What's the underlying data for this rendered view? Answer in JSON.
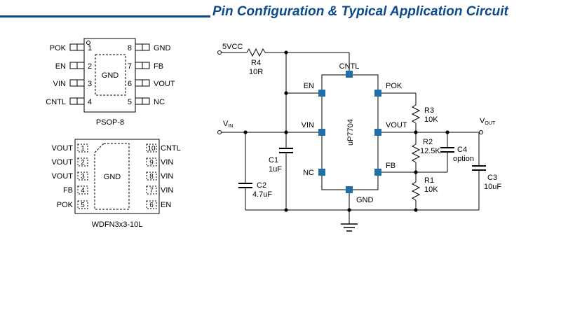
{
  "header": {
    "title": "Pin Configuration & Typical Application Circuit"
  },
  "psop8": {
    "name": "PSOP-8",
    "pad_label": "GND",
    "left_pins": [
      {
        "num": "1",
        "label": "POK"
      },
      {
        "num": "2",
        "label": "EN"
      },
      {
        "num": "3",
        "label": "VIN"
      },
      {
        "num": "4",
        "label": "CNTL"
      }
    ],
    "right_pins": [
      {
        "num": "8",
        "label": "GND"
      },
      {
        "num": "7",
        "label": "FB"
      },
      {
        "num": "6",
        "label": "VOUT"
      },
      {
        "num": "5",
        "label": "NC"
      }
    ]
  },
  "wdfn": {
    "name": "WDFN3x3-10L",
    "pad_label": "GND",
    "left_pins": [
      {
        "num": "1",
        "label": "VOUT"
      },
      {
        "num": "2",
        "label": "VOUT"
      },
      {
        "num": "3",
        "label": "VOUT"
      },
      {
        "num": "4",
        "label": "FB"
      },
      {
        "num": "5",
        "label": "POK"
      }
    ],
    "right_pins": [
      {
        "num": "10",
        "label": "CNTL"
      },
      {
        "num": "9",
        "label": "VIN"
      },
      {
        "num": "8",
        "label": "VIN"
      },
      {
        "num": "7",
        "label": "VIN"
      },
      {
        "num": "6",
        "label": "EN"
      }
    ]
  },
  "circuit": {
    "supply_label": "5VCC",
    "vin_label": "V",
    "vin_sub": "IN",
    "vout_label": "V",
    "vout_sub": "OUT",
    "ic_name": "uP7704",
    "ic_pins": {
      "cntl": "CNTL",
      "en": "EN",
      "vin": "VIN",
      "nc": "NC",
      "pok": "POK",
      "vout": "VOUT",
      "fb": "FB",
      "gnd": "GND"
    },
    "r4": {
      "name": "R4",
      "value": "10R"
    },
    "r3": {
      "name": "R3",
      "value": "10K"
    },
    "r2": {
      "name": "R2",
      "value": "12.5K"
    },
    "r1": {
      "name": "R1",
      "value": "10K"
    },
    "c1": {
      "name": "C1",
      "value": "1uF"
    },
    "c2": {
      "name": "C2",
      "value": "4.7uF"
    },
    "c3": {
      "name": "C3",
      "value": "10uF"
    },
    "c4": {
      "name": "C4",
      "value": "option"
    }
  },
  "colors": {
    "title": "#0b4a8c",
    "pin_pad": "#1e6fa8",
    "wire": "#000000"
  }
}
